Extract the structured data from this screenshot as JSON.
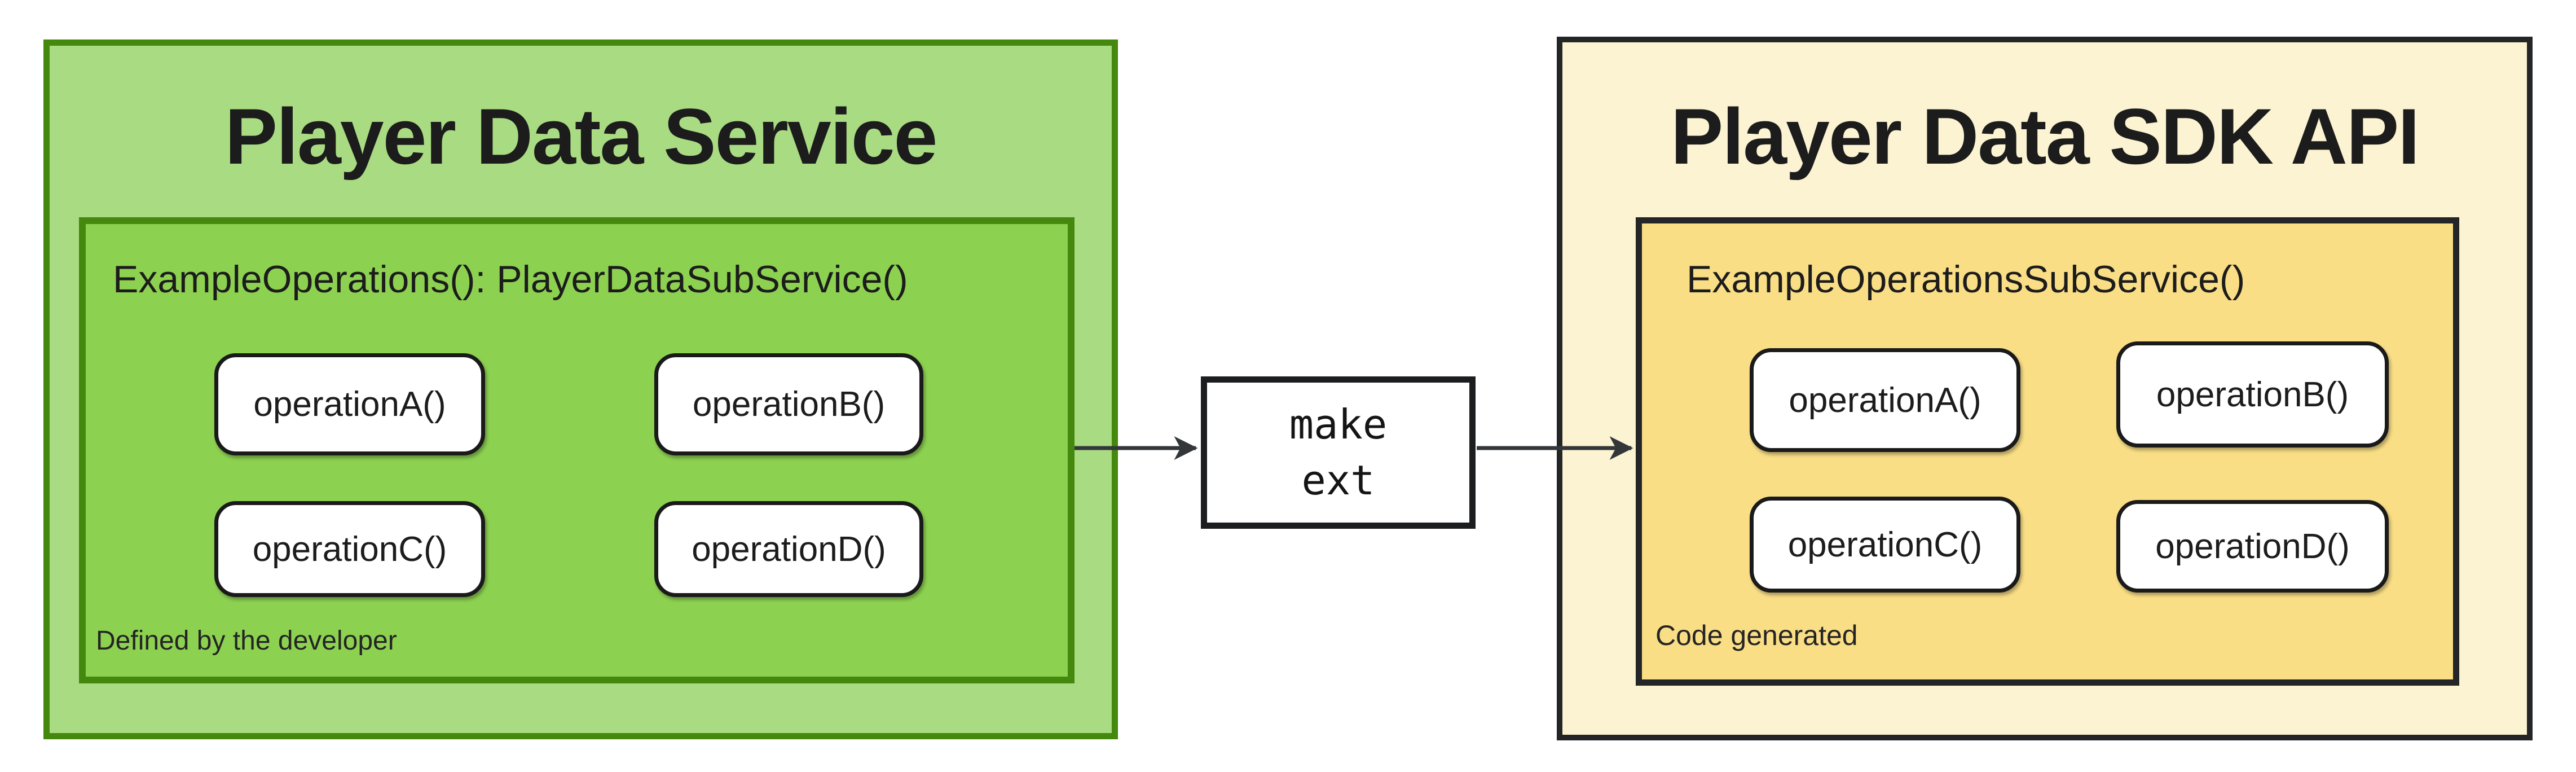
{
  "colors": {
    "page_bg": "#FFFFFF",
    "green_outer": "#A9DB82",
    "green_inner": "#8DD151",
    "green_border": "#44880D",
    "yellow_outer": "#FBF3D2",
    "yellow_inner": "#F9DE86",
    "dark_border": "#232527",
    "chip_fill": "#FFFFFF",
    "text_dark": "#1C1C1C",
    "arrow": "#34373A"
  },
  "left_panel": {
    "title": "Player Data Service",
    "subservice": {
      "header": "ExampleOperations(): PlayerDataSubService()",
      "operations": [
        "operationA()",
        "operationB()",
        "operationC()",
        "operationD()"
      ],
      "caption": "Defined by the developer"
    }
  },
  "connector": {
    "line1": "make",
    "line2": "ext"
  },
  "right_panel": {
    "title": "Player Data SDK API",
    "subservice": {
      "header": "ExampleOperationsSubService()",
      "operations": [
        "operationA()",
        "operationB()",
        "operationC()",
        "operationD()"
      ],
      "caption": "Code generated"
    }
  }
}
